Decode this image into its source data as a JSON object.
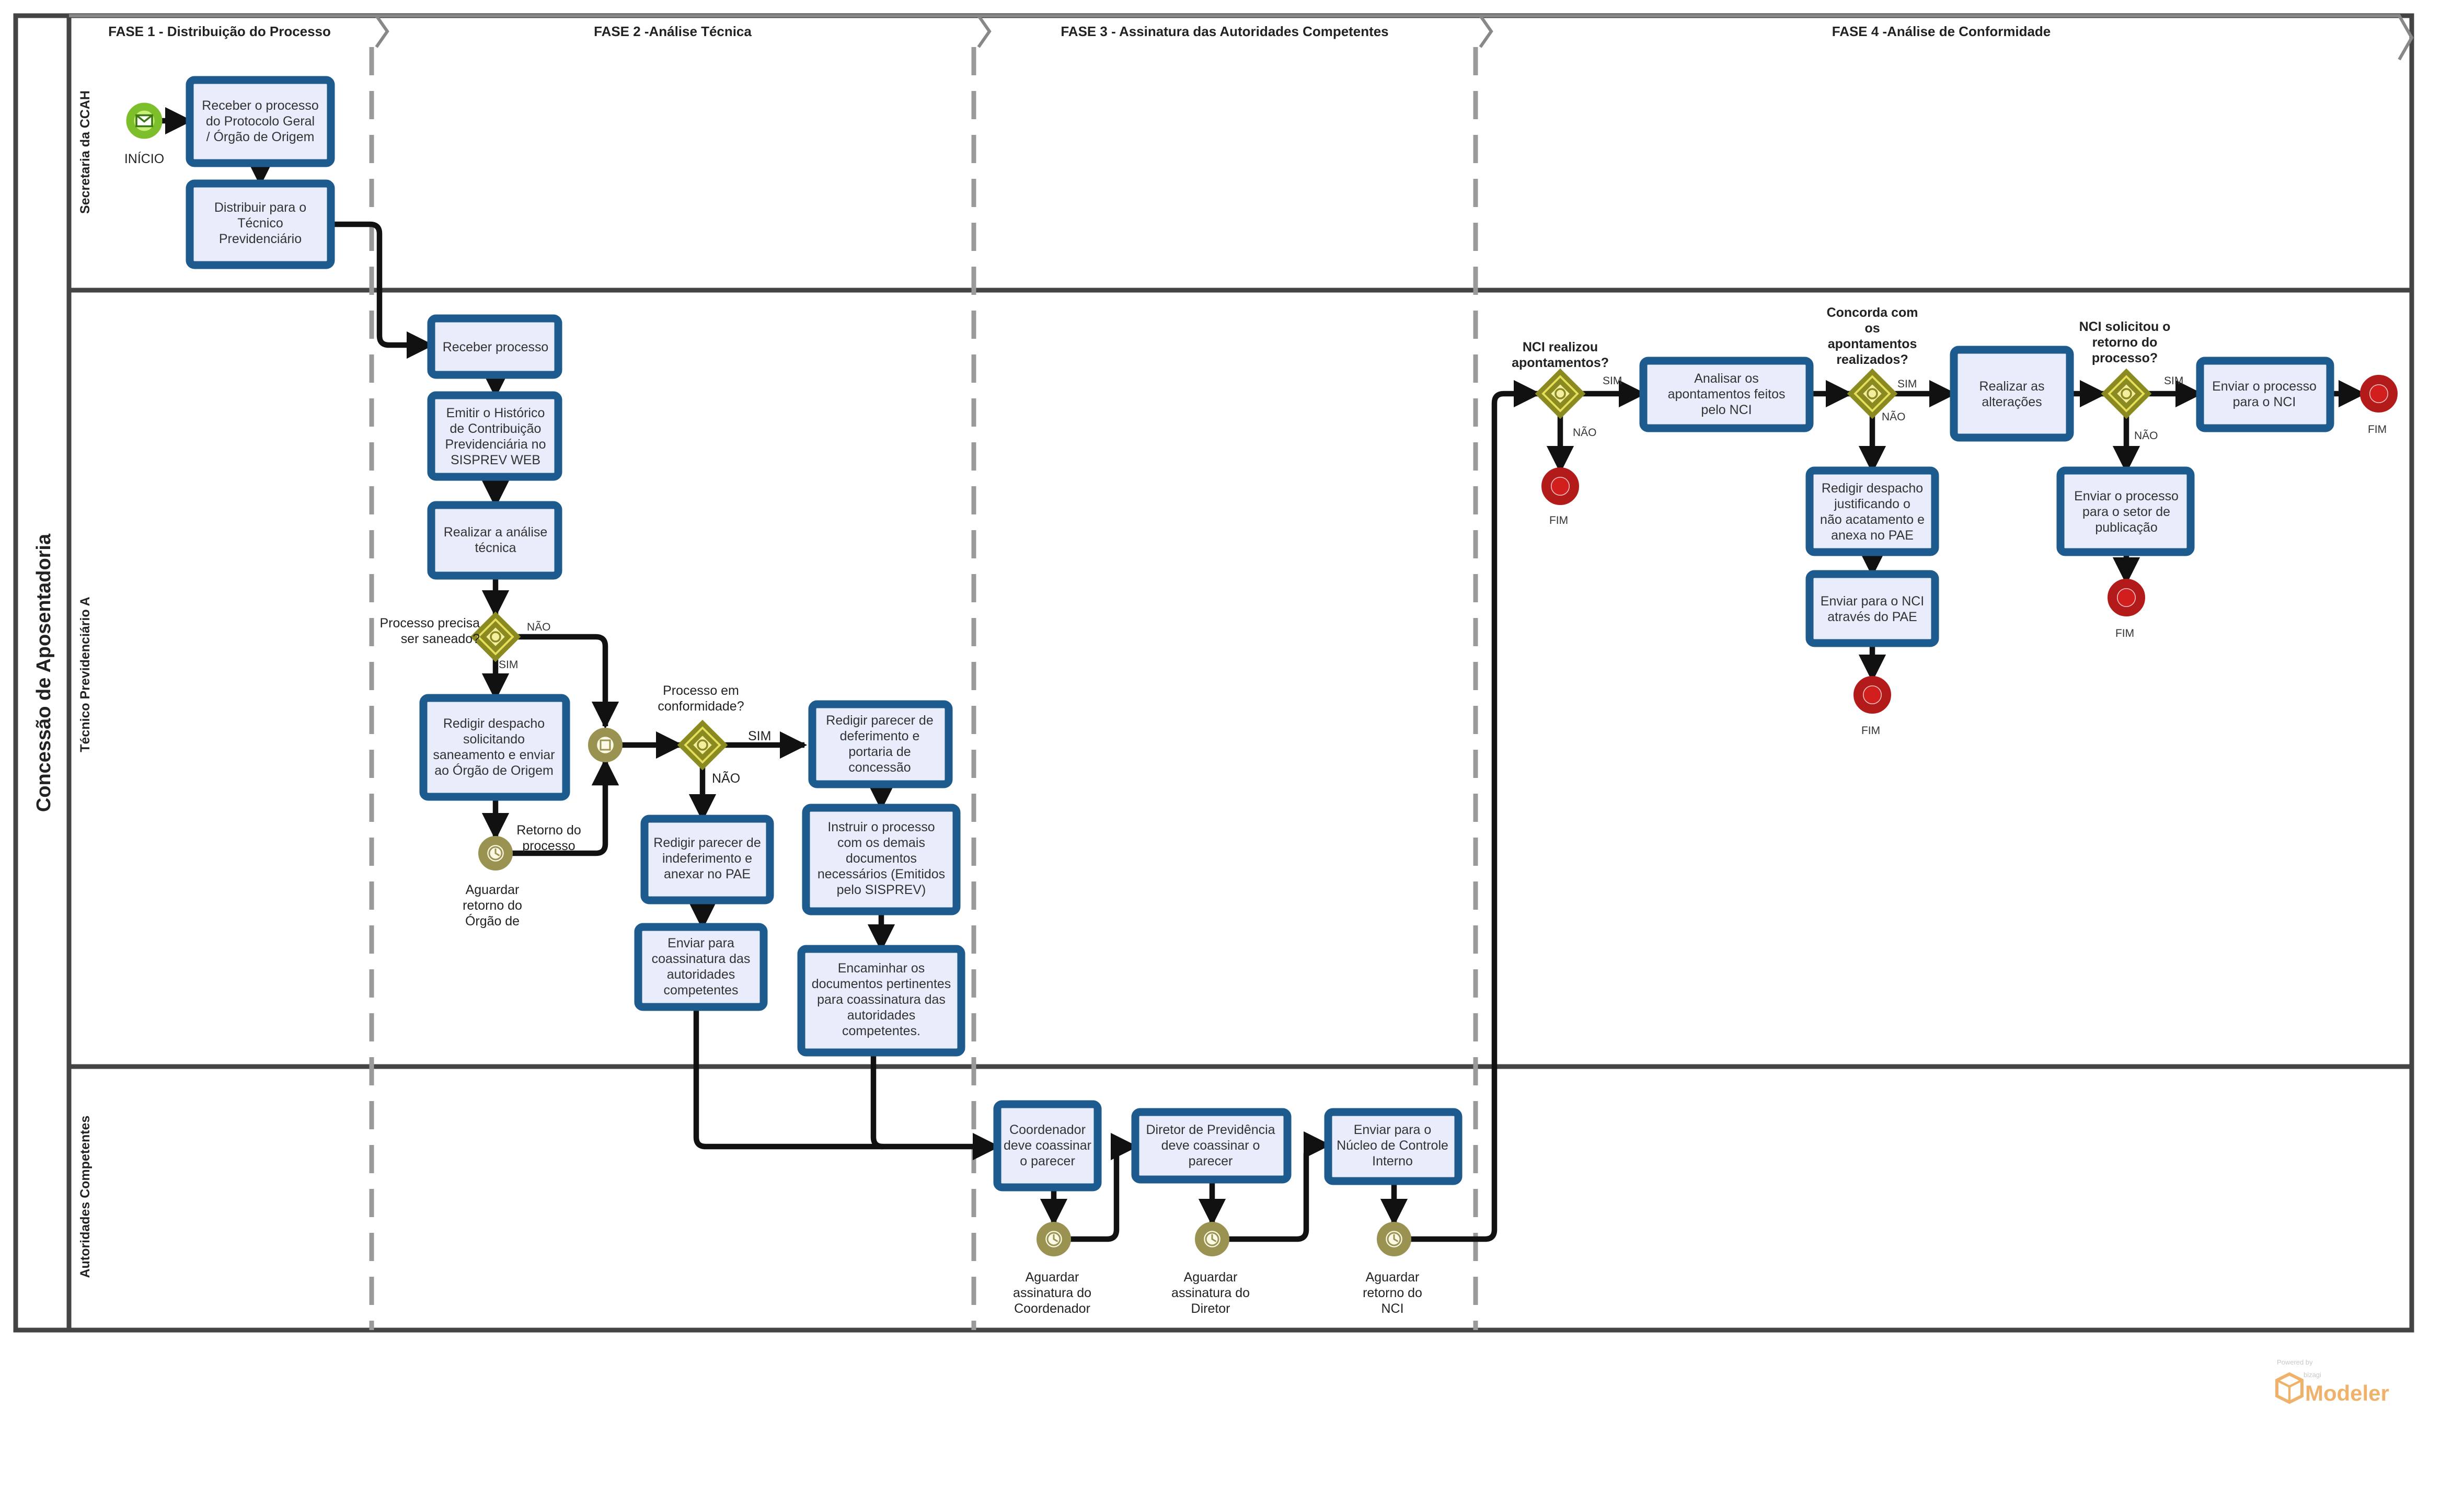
{
  "pool": {
    "title": "Concessão de Aposentadoria"
  },
  "phases": [
    "FASE 1 - Distribuição do Processo",
    "FASE 2 -Análise Técnica",
    "FASE 3 - Assinatura das Autoridades Competentes",
    "FASE 4 -Análise de Conformidade"
  ],
  "lanes": [
    "Secretaria da CCAH",
    "Técnico Previdenciário A",
    "Autoridades Competentes"
  ],
  "start_event": {
    "label": "INÍCIO"
  },
  "tasks": {
    "receber_protocolo": [
      "Receber o processo",
      "do Protocolo Geral",
      "/ Órgão de Origem"
    ],
    "distribuir": [
      "Distribuir para o",
      "Técnico",
      "Previdenciário"
    ],
    "receber_processo": [
      "Receber processo"
    ],
    "emitir_historico": [
      "Emitir o Histórico",
      "de Contribuição",
      "Previdenciária no",
      "SISPREV WEB"
    ],
    "realizar_analise": [
      "Realizar a análise",
      "técnica"
    ],
    "redigir_saneamento": [
      "Redigir despacho",
      "solicitando",
      "saneamento e enviar",
      "ao Órgão de Origem"
    ],
    "redigir_deferimento": [
      "Redigir parecer de",
      "deferimento e",
      "portaria de",
      "concessão"
    ],
    "redigir_indeferimento": [
      "Redigir parecer de",
      "indeferimento e",
      "anexar no PAE"
    ],
    "instruir_processo": [
      "Instruir o processo",
      "com os demais",
      "documentos",
      "necessários (Emitidos",
      "pelo SISPREV)"
    ],
    "enviar_coassinatura": [
      "Enviar para",
      "coassinatura das",
      "autoridades",
      "competentes"
    ],
    "encaminhar_documentos": [
      "Encaminhar os",
      "documentos pertinentes",
      "para coassinatura das",
      "autoridades",
      "competentes."
    ],
    "coordenador": [
      "Coordenador",
      "deve coassinar",
      "o parecer"
    ],
    "diretor": [
      "Diretor de Previdência",
      "deve coassinar o",
      "parecer"
    ],
    "enviar_nci_controle": [
      "Enviar para o",
      "Núcleo de Controle",
      "Interno"
    ],
    "analisar_apontamentos": [
      "Analisar os",
      "apontamentos feitos",
      "pelo NCI"
    ],
    "redigir_justificativa": [
      "Redigir despacho",
      "justificando o",
      "não acatamento e",
      "anexa no PAE"
    ],
    "enviar_nci_pae": [
      "Enviar para o NCI",
      "através do PAE"
    ],
    "realizar_alteracoes": [
      "Realizar as",
      "alterações"
    ],
    "enviar_processo_nci": [
      "Enviar o processo",
      "para o NCI"
    ],
    "enviar_publicacao": [
      "Enviar o processo",
      "para o setor de",
      "publicação"
    ]
  },
  "gateways": {
    "saneado": [
      "Processo precisa",
      "ser saneado?"
    ],
    "conformidade": [
      "Processo em",
      "conformidade?"
    ],
    "nci_apontamentos": [
      "NCI realizou",
      "apontamentos?"
    ],
    "concorda": [
      "Concorda com",
      "os",
      "apontamentos",
      "realizados?"
    ],
    "nci_retorno": [
      "NCI solicitou o",
      "retorno do",
      "processo?"
    ]
  },
  "timers": {
    "aguardar_origem": [
      "Aguardar",
      "retorno do",
      "Órgão de"
    ],
    "aguardar_coordenador": [
      "Aguardar",
      "assinatura do",
      "Coordenador"
    ],
    "aguardar_diretor": [
      "Aguardar",
      "assinatura do",
      "Diretor"
    ],
    "aguardar_nci": [
      "Aguardar",
      "retorno do",
      "NCI"
    ]
  },
  "flow_labels": {
    "sim": "SIM",
    "nao": "NÃO",
    "retorno": [
      "Retorno do",
      "processo"
    ]
  },
  "end_events": {
    "label": "FIM"
  },
  "branding": {
    "powered": "Powered by",
    "small": "bizagi",
    "name": "Modeler"
  }
}
